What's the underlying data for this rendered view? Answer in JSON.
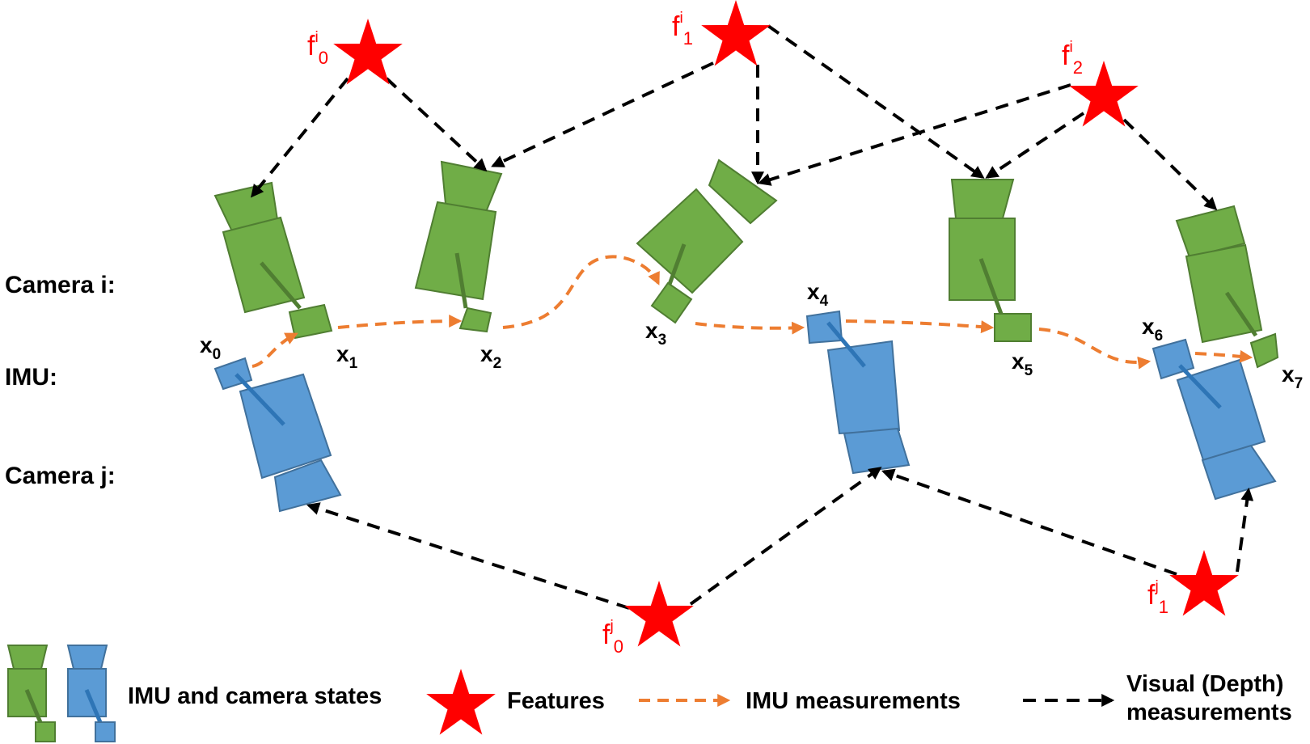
{
  "row_labels": {
    "camera_i": "Camera i:",
    "imu": "IMU:",
    "camera_j": "Camera j:"
  },
  "states": {
    "x0": {
      "base": "x",
      "sub": "0"
    },
    "x1": {
      "base": "x",
      "sub": "1"
    },
    "x2": {
      "base": "x",
      "sub": "2"
    },
    "x3": {
      "base": "x",
      "sub": "3"
    },
    "x4": {
      "base": "x",
      "sub": "4"
    },
    "x5": {
      "base": "x",
      "sub": "5"
    },
    "x6": {
      "base": "x",
      "sub": "6"
    },
    "x7": {
      "base": "x",
      "sub": "7"
    }
  },
  "features": {
    "fi0": {
      "base": "f",
      "sup": "i",
      "sub": "0"
    },
    "fi1": {
      "base": "f",
      "sup": "i",
      "sub": "1"
    },
    "fi2": {
      "base": "f",
      "sup": "i",
      "sub": "2"
    },
    "fj0": {
      "base": "f",
      "sup": "j",
      "sub": "0"
    },
    "fj1": {
      "base": "f",
      "sup": "j",
      "sub": "1"
    }
  },
  "legend": {
    "states_label": "IMU and camera states",
    "features_label": "Features",
    "imu_label": "IMU measurements",
    "visual_label_line1": "Visual (Depth)",
    "visual_label_line2": "measurements"
  },
  "colors": {
    "camera_i": "#70ad47",
    "camera_j": "#5b9bd5",
    "feature": "#ff0000",
    "imu_measurement": "#ed7d31",
    "visual_measurement": "#000000"
  },
  "icons": {
    "feature": "star-icon",
    "camera_i": "green-camera-icon",
    "camera_j": "blue-camera-icon"
  }
}
